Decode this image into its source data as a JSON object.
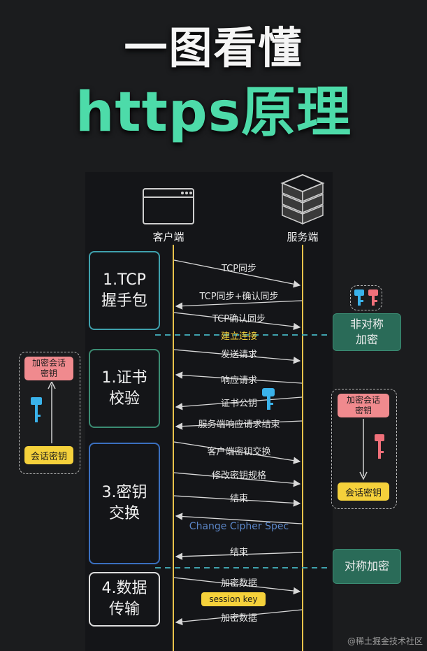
{
  "title": {
    "line1": "一图看懂",
    "line2": "https原理"
  },
  "actors": {
    "client": "客户端",
    "server": "服务端"
  },
  "phases": [
    {
      "line1": "1.TCP",
      "line2": "握手包",
      "color": "#3fa1ad"
    },
    {
      "line1": "1.证书",
      "line2": "校验",
      "color": "#3b8c73"
    },
    {
      "line1": "3.密钥",
      "line2": "交换",
      "color": "#3a6fbf"
    },
    {
      "line1": "4.数据",
      "line2": "传输",
      "color": "#dddddd"
    }
  ],
  "messages": [
    {
      "text": "TCP同步",
      "dir": "right"
    },
    {
      "text": "TCP同步+确认同步",
      "dir": "left"
    },
    {
      "text": "TCP确认同步",
      "dir": "right"
    },
    {
      "text": "建立连接",
      "dir": "none",
      "color": "#f5d13b"
    },
    {
      "text": "发送请求",
      "dir": "right"
    },
    {
      "text": "响应请求",
      "dir": "left"
    },
    {
      "text": "证书公钥",
      "dir": "left"
    },
    {
      "text": "服务端响应请求结束",
      "dir": "left"
    },
    {
      "text": "客户端密钥交换",
      "dir": "right"
    },
    {
      "text": "修改密钥规格",
      "dir": "right"
    },
    {
      "text": "结束",
      "dir": "right"
    },
    {
      "text": "Change Cipher Spec",
      "dir": "left",
      "color": "#5b86c7"
    },
    {
      "text": "结束",
      "dir": "left"
    },
    {
      "text": "加密数据",
      "dir": "right"
    },
    {
      "text": "session key",
      "dir": "none"
    },
    {
      "text": "加密数据",
      "dir": "left"
    }
  ],
  "right_side": {
    "asymmetric": "非对称\n加密",
    "symmetric": "对称加密",
    "encrypted_key": "加密会话\n密钥",
    "session_key": "会话密钥"
  },
  "left_side": {
    "encrypted_key": "加密会话\n密钥",
    "session_key": "会话密钥"
  },
  "watermark": "@稀土掘金技术社区",
  "colors": {
    "accent": "#4ddba9",
    "lifeline": "#e8c24a",
    "key_blue": "#3ab2ea",
    "key_pink": "#f0707a",
    "divider": "#3fa1ad"
  }
}
